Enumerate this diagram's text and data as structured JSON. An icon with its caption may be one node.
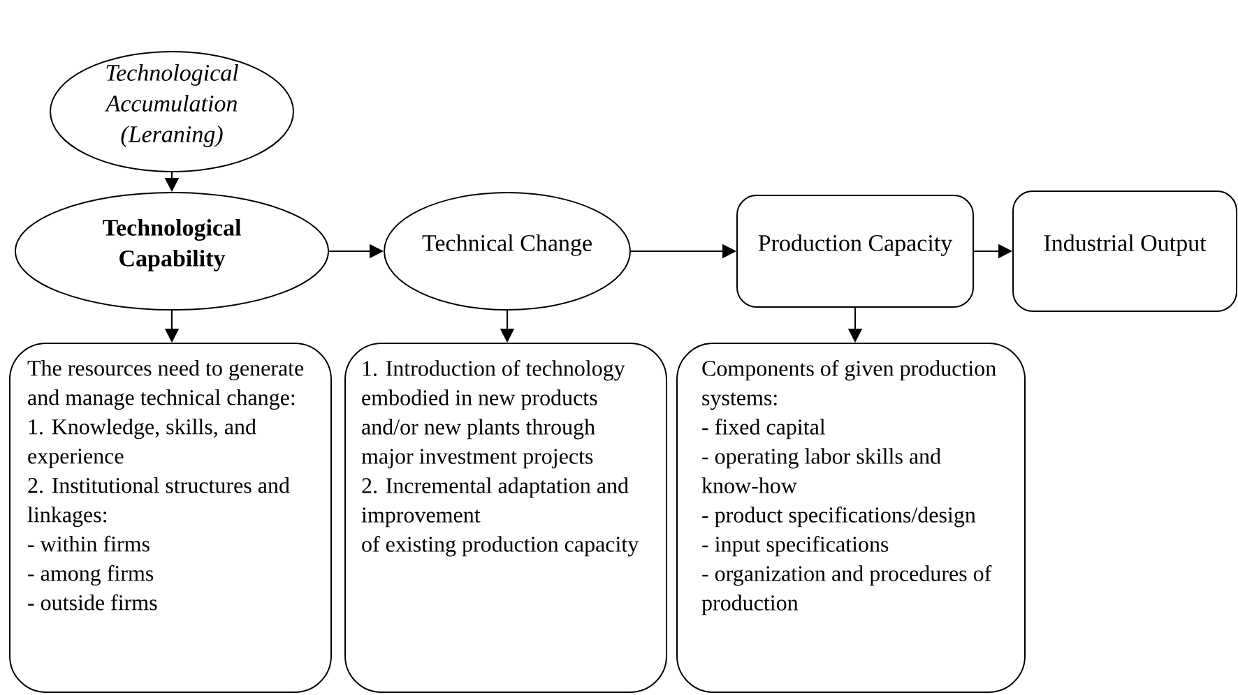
{
  "diagram": {
    "nodes": [
      {
        "text": [
          "Technological Accumulation (Leraning)"
        ]
      },
      {
        "text": [
          "Technological Capability"
        ]
      },
      {
        "text": [
          "Technical Change"
        ]
      },
      {
        "text": [
          "Production Capacity"
        ]
      },
      {
        "text": [
          "Industrial Output"
        ]
      },
      {
        "text": [
          "The resources need to generate and manage technical change:",
          "1. Knowledge, skills, and experience",
          "2. Institutional structures and linkages:",
          "- within firms",
          "- among firms",
          "- outside firms"
        ]
      },
      {
        "text": [
          "1. Introduction of technology embodied in new products and/or new plants through major investment projects",
          "2. Incremental adaptation and improvement",
          "of existing production capacity"
        ]
      },
      {
        "text": [
          "Components of given production systems:",
          "- fixed capital",
          "- operating labor skills and know-how",
          "- product specifications/design",
          "- input specifications",
          "- organization and procedures of production"
        ]
      }
    ],
    "edges": [
      {
        "from": 0,
        "to": 1,
        "arrow": "to"
      },
      {
        "from": 1,
        "to": 2,
        "arrow": "to"
      },
      {
        "from": 2,
        "to": 3,
        "arrow": "to"
      },
      {
        "from": 3,
        "to": 4,
        "arrow": "to"
      },
      {
        "from": 1,
        "to": 5,
        "arrow": "to"
      },
      {
        "from": 2,
        "to": 6,
        "arrow": "to"
      },
      {
        "from": 3,
        "to": 7,
        "arrow": "to"
      }
    ]
  }
}
